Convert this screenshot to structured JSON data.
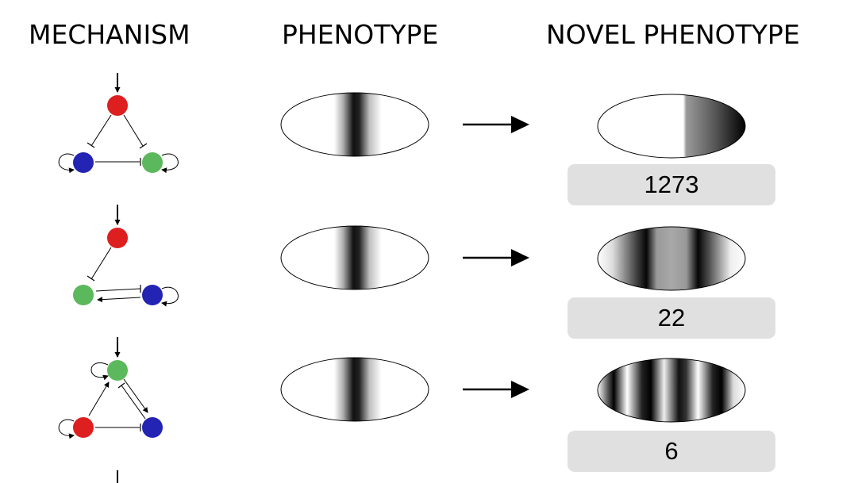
{
  "headers": {
    "mechanism": "MECHANISM",
    "phenotype": "PHENOTYPE",
    "novel_phenotype": "NOVEL PHENOTYPE"
  },
  "colors": {
    "red_node": "#dd1f1f",
    "blue_node": "#2323b4",
    "green_node": "#5cb85c",
    "count_box": "#e0e0e0"
  },
  "rows": [
    {
      "count": "1273",
      "novel_pattern": "gradient-right"
    },
    {
      "count": "22",
      "novel_pattern": "two-stripes"
    },
    {
      "count": "6",
      "novel_pattern": "multi-stripes"
    }
  ]
}
